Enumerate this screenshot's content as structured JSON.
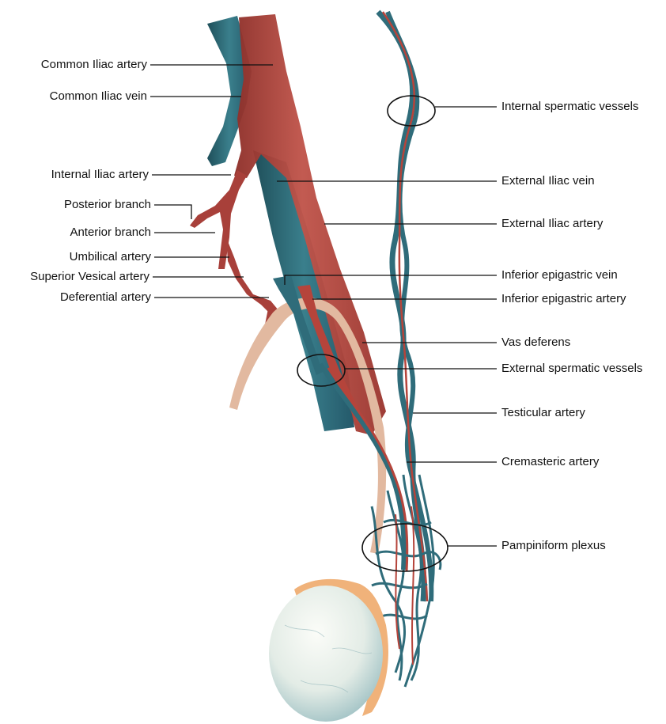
{
  "labels_left": {
    "common_iliac_artery": "Common Iliac artery",
    "common_iliac_vein": "Common Iliac vein",
    "internal_iliac_artery": "Internal Iliac artery",
    "posterior_branch": "Posterior branch",
    "anterior_branch": "Anterior branch",
    "umbilical_artery": "Umbilical artery",
    "superior_vesical_artery": "Superior Vesical artery",
    "deferential_artery": "Deferential artery"
  },
  "labels_right": {
    "internal_spermatic_vessels": "Internal spermatic vessels",
    "external_iliac_vein": "External Iliac vein",
    "external_iliac_artery": "External Iliac artery",
    "inferior_epigastric_vein": "Inferior epigastric vein",
    "inferior_epigastric_artery": "Inferior epigastric artery",
    "vas_deferens": "Vas deferens",
    "external_spermatic_vessels": "External spermatic vessels",
    "testicular_artery": "Testicular artery",
    "cremasteric_artery": "Cremasteric artery",
    "pampiniform_plexus": "Pampiniform plexus"
  },
  "colors": {
    "artery": "#b5443b",
    "artery_dark": "#8e2f29",
    "vein": "#2f6c7a",
    "vein_dark": "#1f4f5a",
    "vas": "#e2b9a0",
    "epididymis": "#f0b27a",
    "testis": "#e9f0ea"
  }
}
